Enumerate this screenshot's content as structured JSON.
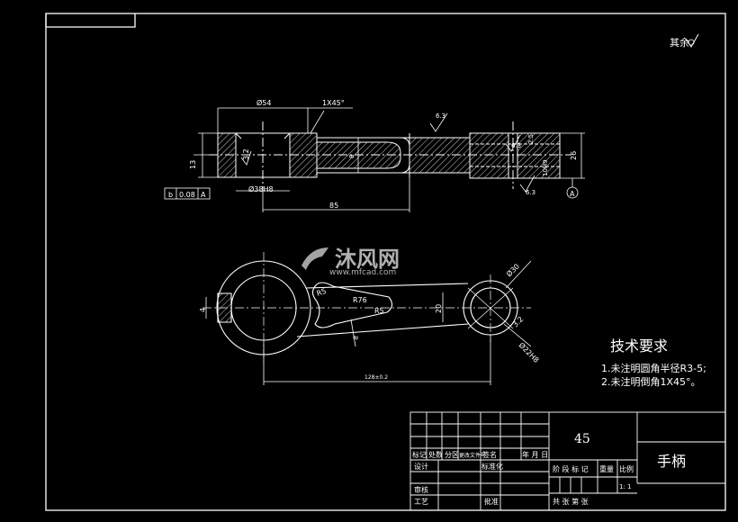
{
  "roughness_note": "其余",
  "top_view": {
    "dim_phi54": "Ø54",
    "dim_chamfer": "1X45°",
    "dim_13": "13",
    "dim_32": "3.2",
    "dim_phi38h8": "Ø38H8",
    "dim_85": "85",
    "dim_8": "8",
    "rough_63_a": "6.3",
    "rough_63_b": "6.3",
    "rough_63_c": "6.3",
    "dim_25": "2.5",
    "dim_26": "26",
    "dim_10h9": "10H9",
    "datum": "A",
    "tol_symbol": "b",
    "tol_value": "0.08",
    "tol_datum": "A"
  },
  "front_view": {
    "dim_r5_a": "R5",
    "dim_r76": "R76",
    "dim_r5_b": "R5",
    "dim_20": "20",
    "dim_4": "4",
    "dim_8": "8",
    "dim_phi30": "Ø30",
    "dim_32": "3.2",
    "dim_phi22h8": "Ø22H8",
    "dim_128": "128±0.2"
  },
  "watermark": {
    "brand": "沐风网",
    "url": "www.mfcad.com"
  },
  "notes": {
    "title": "技术要求",
    "line1": "1.未注明圆角半径R3-5;",
    "line2": "2.未注明倒角1X45°。"
  },
  "title_block": {
    "material": "45",
    "part_name": "手柄",
    "h_mark": "标记",
    "h_count": "处数",
    "h_zone": "分区",
    "h_docno": "更改文件号",
    "h_sign": "签名",
    "h_ymd": "年 月 日",
    "designer": "设计",
    "standardize": "标准化",
    "check": "审核",
    "process": "工艺",
    "approve": "批准",
    "h_stage": "阶 段 标 记",
    "h_weight": "重量",
    "h_scale": "比例",
    "scale_value": "1: 1",
    "sheet": "共 张 第 张"
  }
}
